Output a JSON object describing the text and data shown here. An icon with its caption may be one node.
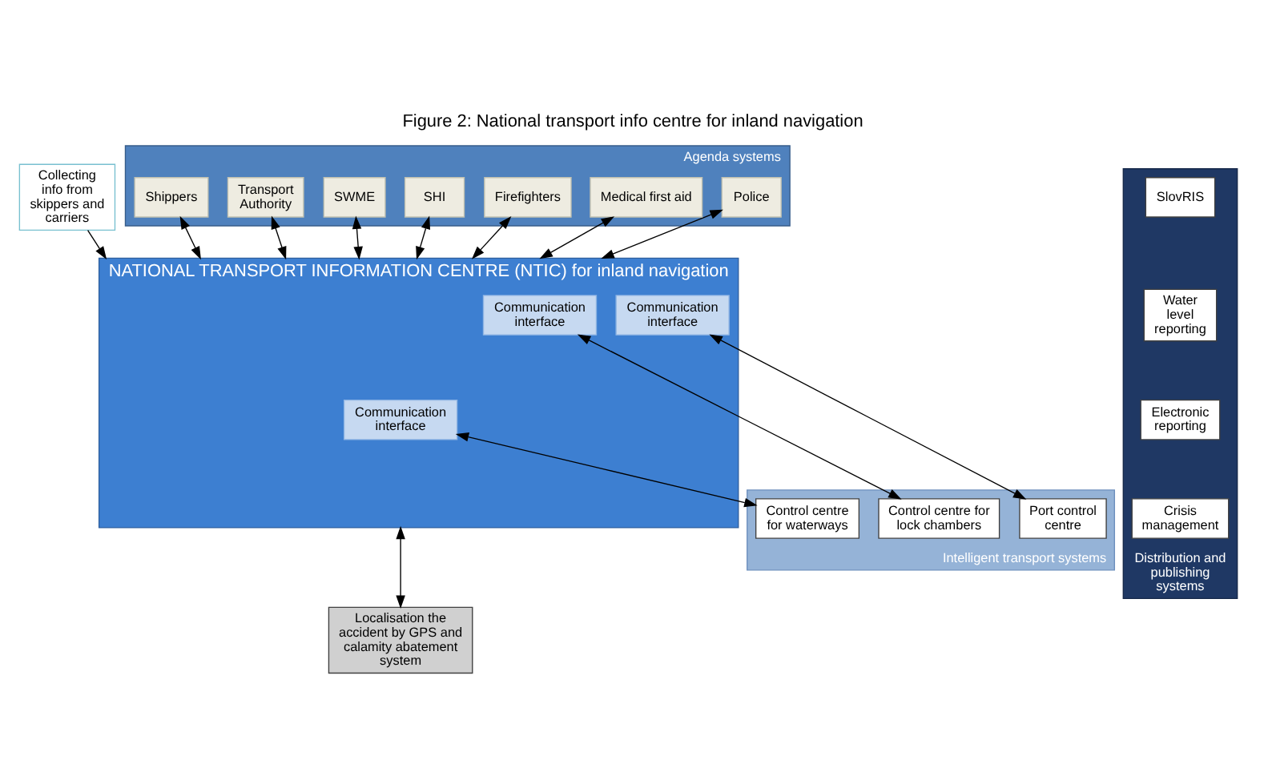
{
  "diagram": {
    "title": "Figure 2: National transport info centre for inland navigation",
    "nodes": [
      {
        "text": [
          "Collecting info from skippers and carriers"
        ]
      },
      {
        "text": [
          "Agenda systems"
        ]
      },
      {
        "text": [
          "Police"
        ],
        "in": 1
      },
      {
        "text": [
          "Medical first aid"
        ],
        "in": 1
      },
      {
        "text": [
          "Firefighters"
        ],
        "in": 1
      },
      {
        "text": [
          "SHI"
        ],
        "in": 1
      },
      {
        "text": [
          "SWME"
        ],
        "in": 1
      },
      {
        "text": [
          "Transport Authority"
        ],
        "in": 1
      },
      {
        "text": [
          "Shippers"
        ],
        "in": 1
      },
      {
        "text": [
          "NATIONAL TRANSPORT INFORMATION CENTRE (NTIC) for inland navigation"
        ]
      },
      {
        "text": [
          "Communication interface"
        ],
        "in": 9
      },
      {
        "text": [
          "Communication interface"
        ],
        "in": 9
      },
      {
        "text": [
          "Communication interface"
        ],
        "in": 9
      },
      {
        "text": [
          "Localisation the accident by GPS and calamity abatement system"
        ]
      },
      {
        "text": [
          "Intelligent transport systems"
        ]
      },
      {
        "text": [
          "Control centre for waterways"
        ],
        "in": 14
      },
      {
        "text": [
          "Control centre for lock chambers"
        ],
        "in": 14
      },
      {
        "text": [
          "Port control centre"
        ],
        "in": 14
      },
      {
        "text": [
          "Distribution and publishing systems"
        ]
      },
      {
        "text": [
          "SlovRIS"
        ],
        "in": 18
      },
      {
        "text": [
          "Water level reporting"
        ],
        "in": 18
      },
      {
        "text": [
          "Electronic reporting"
        ],
        "in": 18
      },
      {
        "text": [
          "Crisis management"
        ],
        "in": 18
      }
    ],
    "edges": [
      {
        "from": 0,
        "to": 9,
        "arrow": "to"
      },
      {
        "from": 5,
        "to": 9,
        "arrow": "both"
      },
      {
        "from": 2,
        "to": 9,
        "arrow": "both"
      },
      {
        "from": 6,
        "to": 9,
        "arrow": "both"
      },
      {
        "from": 3,
        "to": 9,
        "arrow": "both"
      },
      {
        "from": 7,
        "to": 9,
        "arrow": "both"
      },
      {
        "from": 4,
        "to": 9,
        "arrow": "both"
      },
      {
        "from": 8,
        "to": 9,
        "arrow": "both"
      },
      {
        "from": 9,
        "to": 13,
        "arrow": "both"
      },
      {
        "from": 10,
        "to": 15,
        "arrow": "both"
      },
      {
        "from": 11,
        "to": 16,
        "arrow": "both"
      },
      {
        "from": 12,
        "to": 17,
        "arrow": "both"
      }
    ]
  }
}
